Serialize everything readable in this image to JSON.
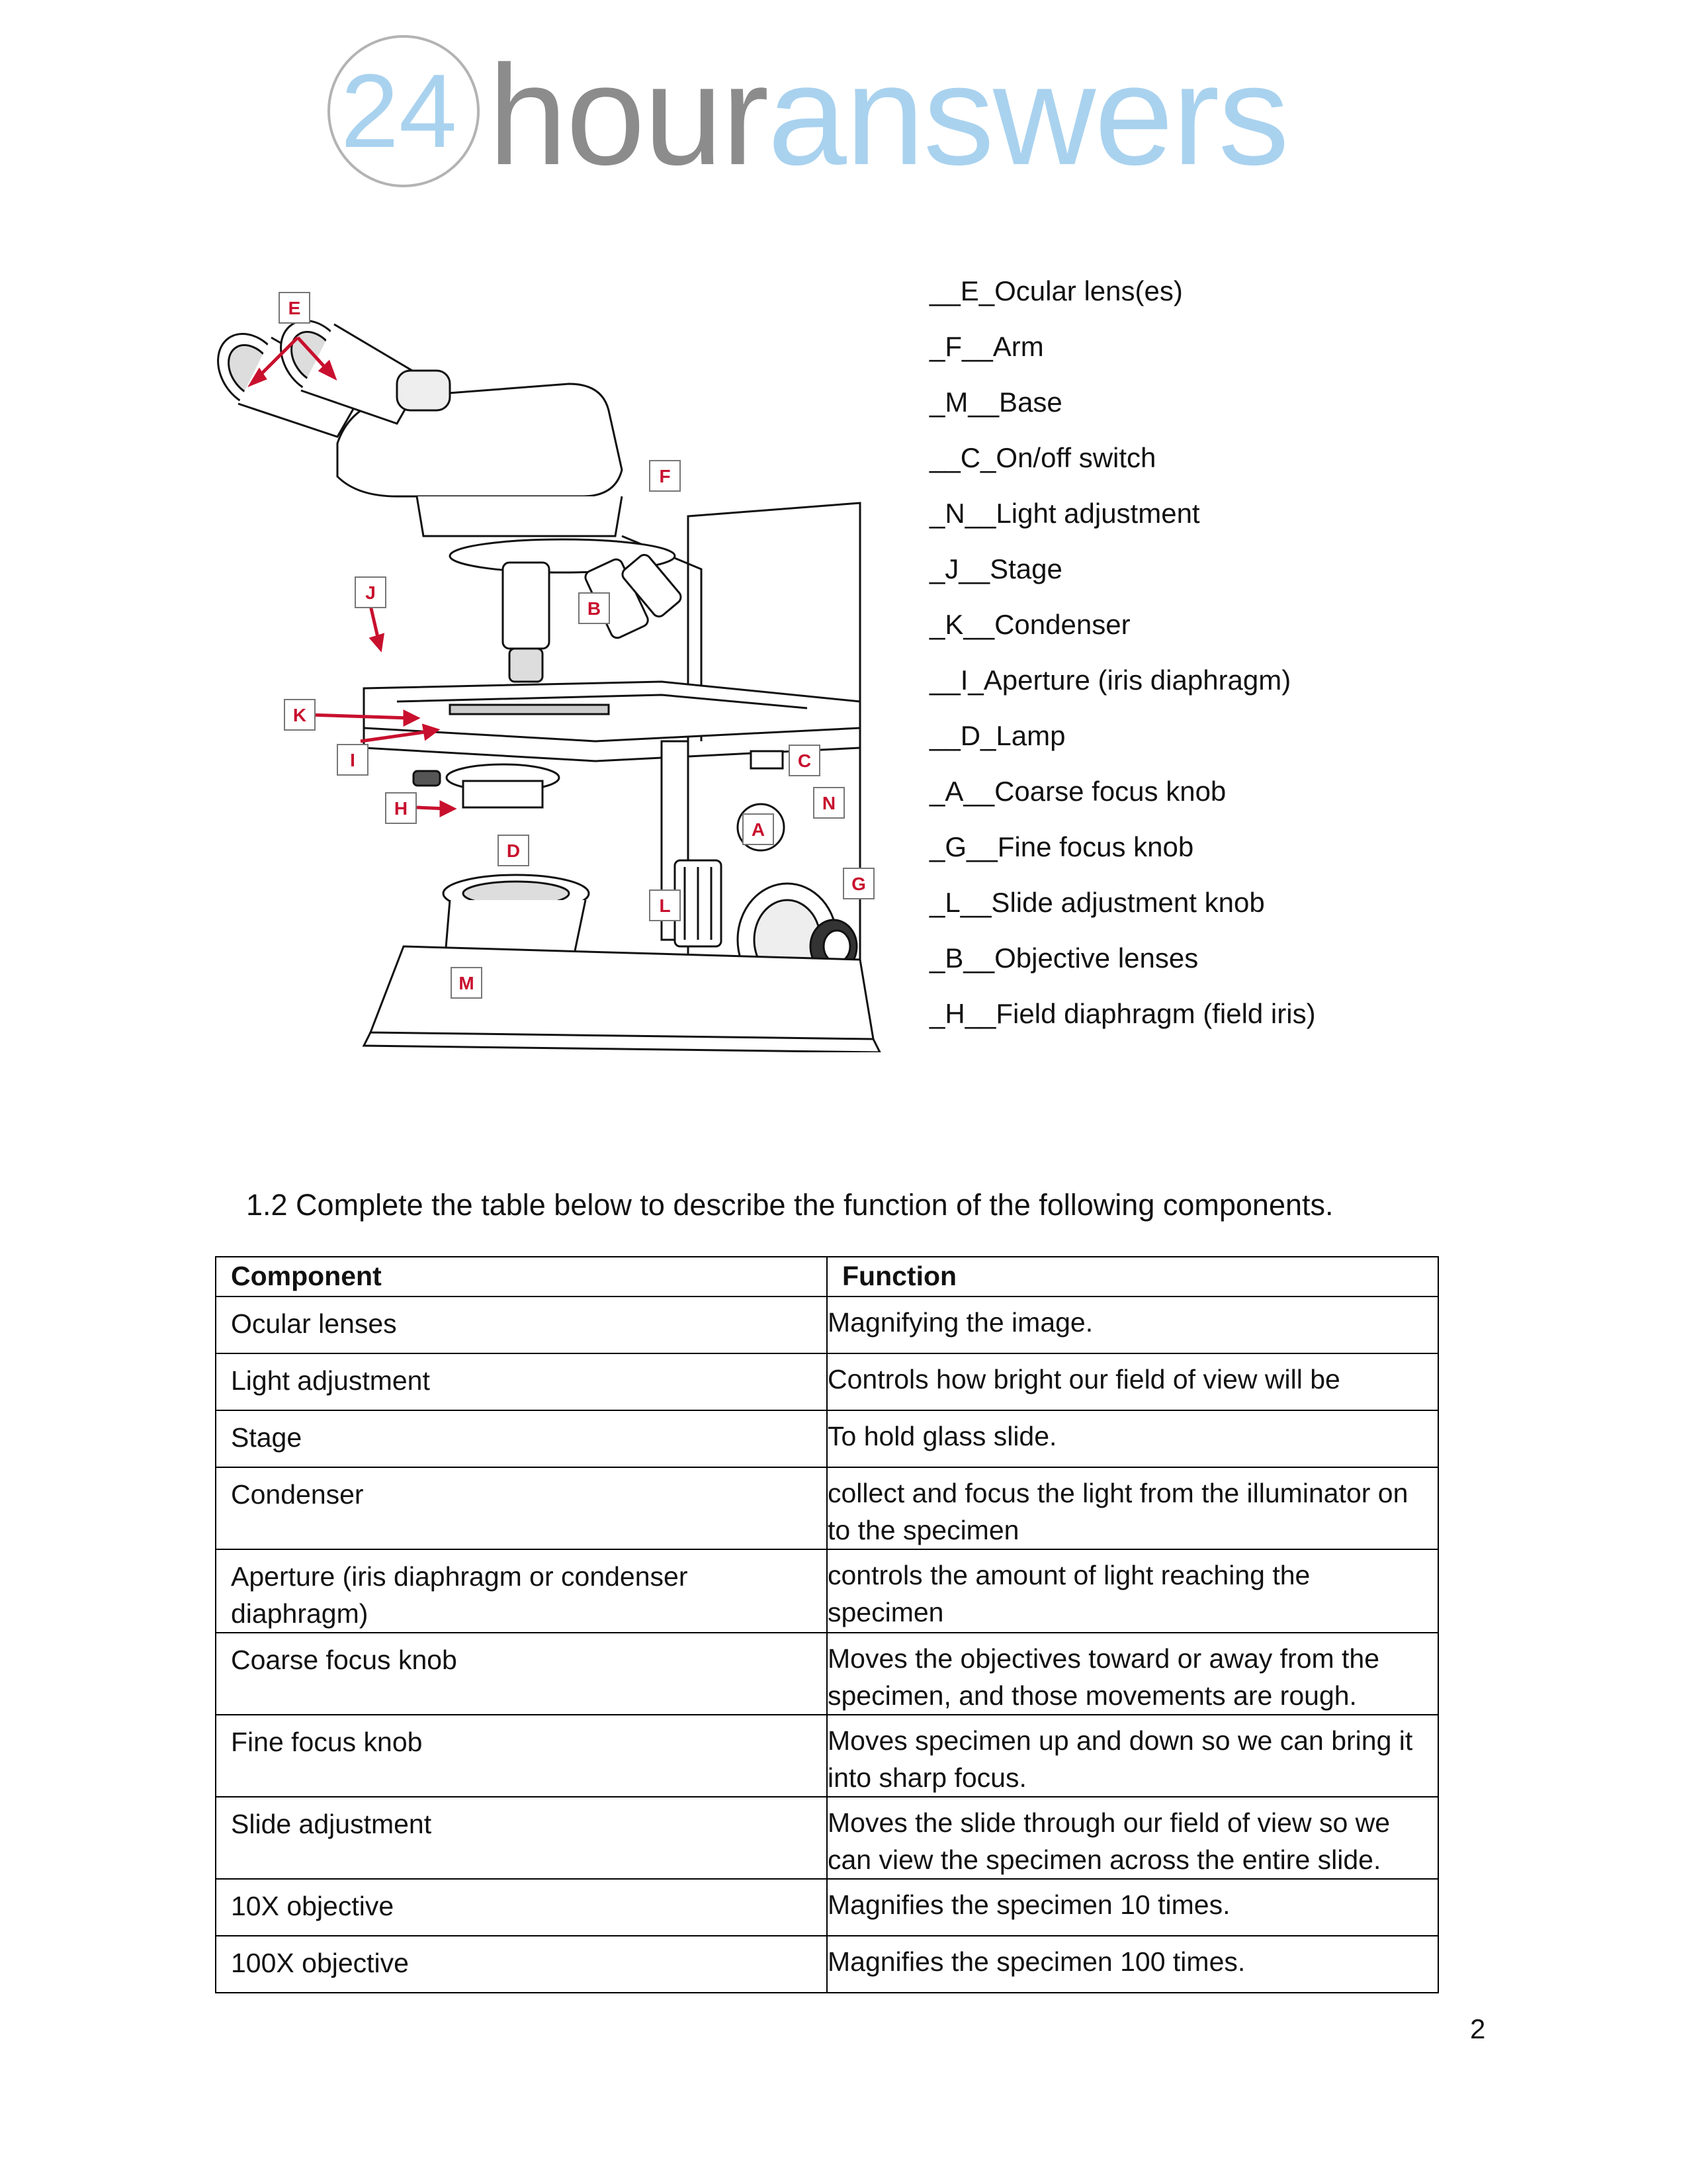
{
  "logo": {
    "number": "24",
    "word_hour": "hour",
    "word_answers": "answers",
    "colors": {
      "blue": "#a9d2ef",
      "gray": "#8c8c8c",
      "circle": "#b3b3b3"
    }
  },
  "diagram": {
    "labels": {
      "E": "E",
      "F": "F",
      "J": "J",
      "B": "B",
      "C": "C",
      "K": "K",
      "N": "N",
      "I": "I",
      "H": "H",
      "D": "D",
      "A": "A",
      "G": "G",
      "L": "L",
      "M": "M"
    },
    "label_color": "#c8102e"
  },
  "answers": [
    "__E_Ocular lens(es)",
    "_F__Arm",
    "_M__Base",
    "__C_On/off switch",
    "_N__Light adjustment",
    "_J__Stage",
    "_K__Condenser",
    "__I_Aperture (iris diaphragm)",
    "__D_Lamp",
    "_A__Coarse focus knob",
    "_G__Fine focus knob",
    "_L__Slide adjustment knob",
    "_B__Objective lenses",
    "_H__Field diaphragm (field iris)"
  ],
  "question": "1.2 Complete the table below to describe the function of the following components.",
  "table": {
    "headers": [
      "Component",
      "Function"
    ],
    "rows": [
      [
        "Ocular lenses",
        "Magnifying the image."
      ],
      [
        "Light adjustment",
        "Controls how bright our field of view will be"
      ],
      [
        "Stage",
        "To hold glass slide."
      ],
      [
        "Condenser",
        "collect and focus the light from the illuminator on to the specimen"
      ],
      [
        "Aperture (iris diaphragm or condenser diaphragm)",
        "controls the amount of light reaching the specimen"
      ],
      [
        "Coarse focus knob",
        "Moves the objectives toward or away from the specimen, and those movements are rough."
      ],
      [
        "Fine focus knob",
        "Moves specimen up and down so we can bring it into sharp focus."
      ],
      [
        "Slide adjustment",
        "Moves the slide through our field of view so we can view the specimen across the entire slide."
      ],
      [
        "10X objective",
        "Magnifies the specimen 10 times."
      ],
      [
        "100X objective",
        "Magnifies the specimen 100 times."
      ]
    ]
  },
  "page_number": "2"
}
